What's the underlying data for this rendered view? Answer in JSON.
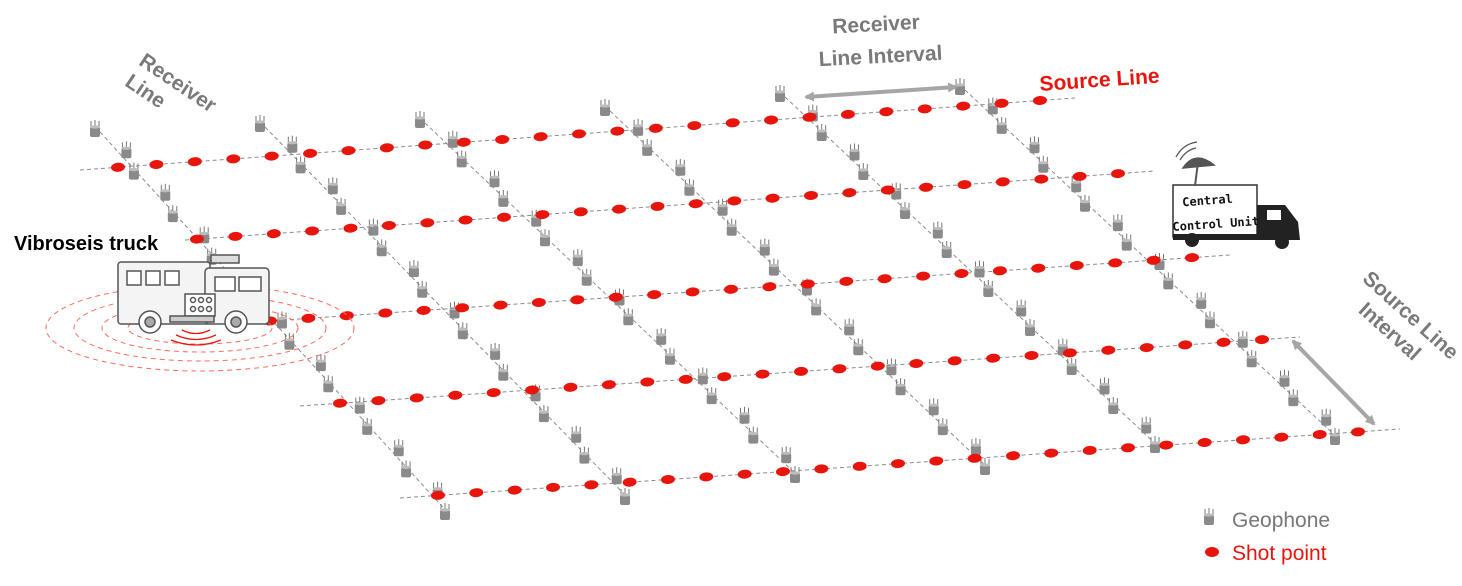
{
  "labels": {
    "receiver_line": [
      "Receiver",
      "Line"
    ],
    "receiver_line_interval": [
      "Receiver",
      "Line Interval"
    ],
    "source_line": "Source Line",
    "source_line_interval": [
      "Source Line",
      "Interval"
    ],
    "vibroseis_truck": "Vibroseis truck",
    "central_control_unit": [
      "Central",
      "Control Unit"
    ]
  },
  "legend": {
    "geophone": "Geophone",
    "shot_point": "Shot point"
  },
  "colors": {
    "source": "#e8150c",
    "receiver": "#8c8c8c",
    "geophone": "#8a8a8a",
    "label_gray": "#7a7a7a",
    "label_red": "#e8150c",
    "label_black": "#000000",
    "arrow": "#a6a6a6",
    "wave": "#ff6b60"
  },
  "icons": {
    "geophone": "geophone-icon",
    "shot_point": "shot-point-icon",
    "truck": "vibroseis-truck-icon",
    "control_unit": "control-unit-truck-icon",
    "dish": "satellite-dish-icon"
  }
}
